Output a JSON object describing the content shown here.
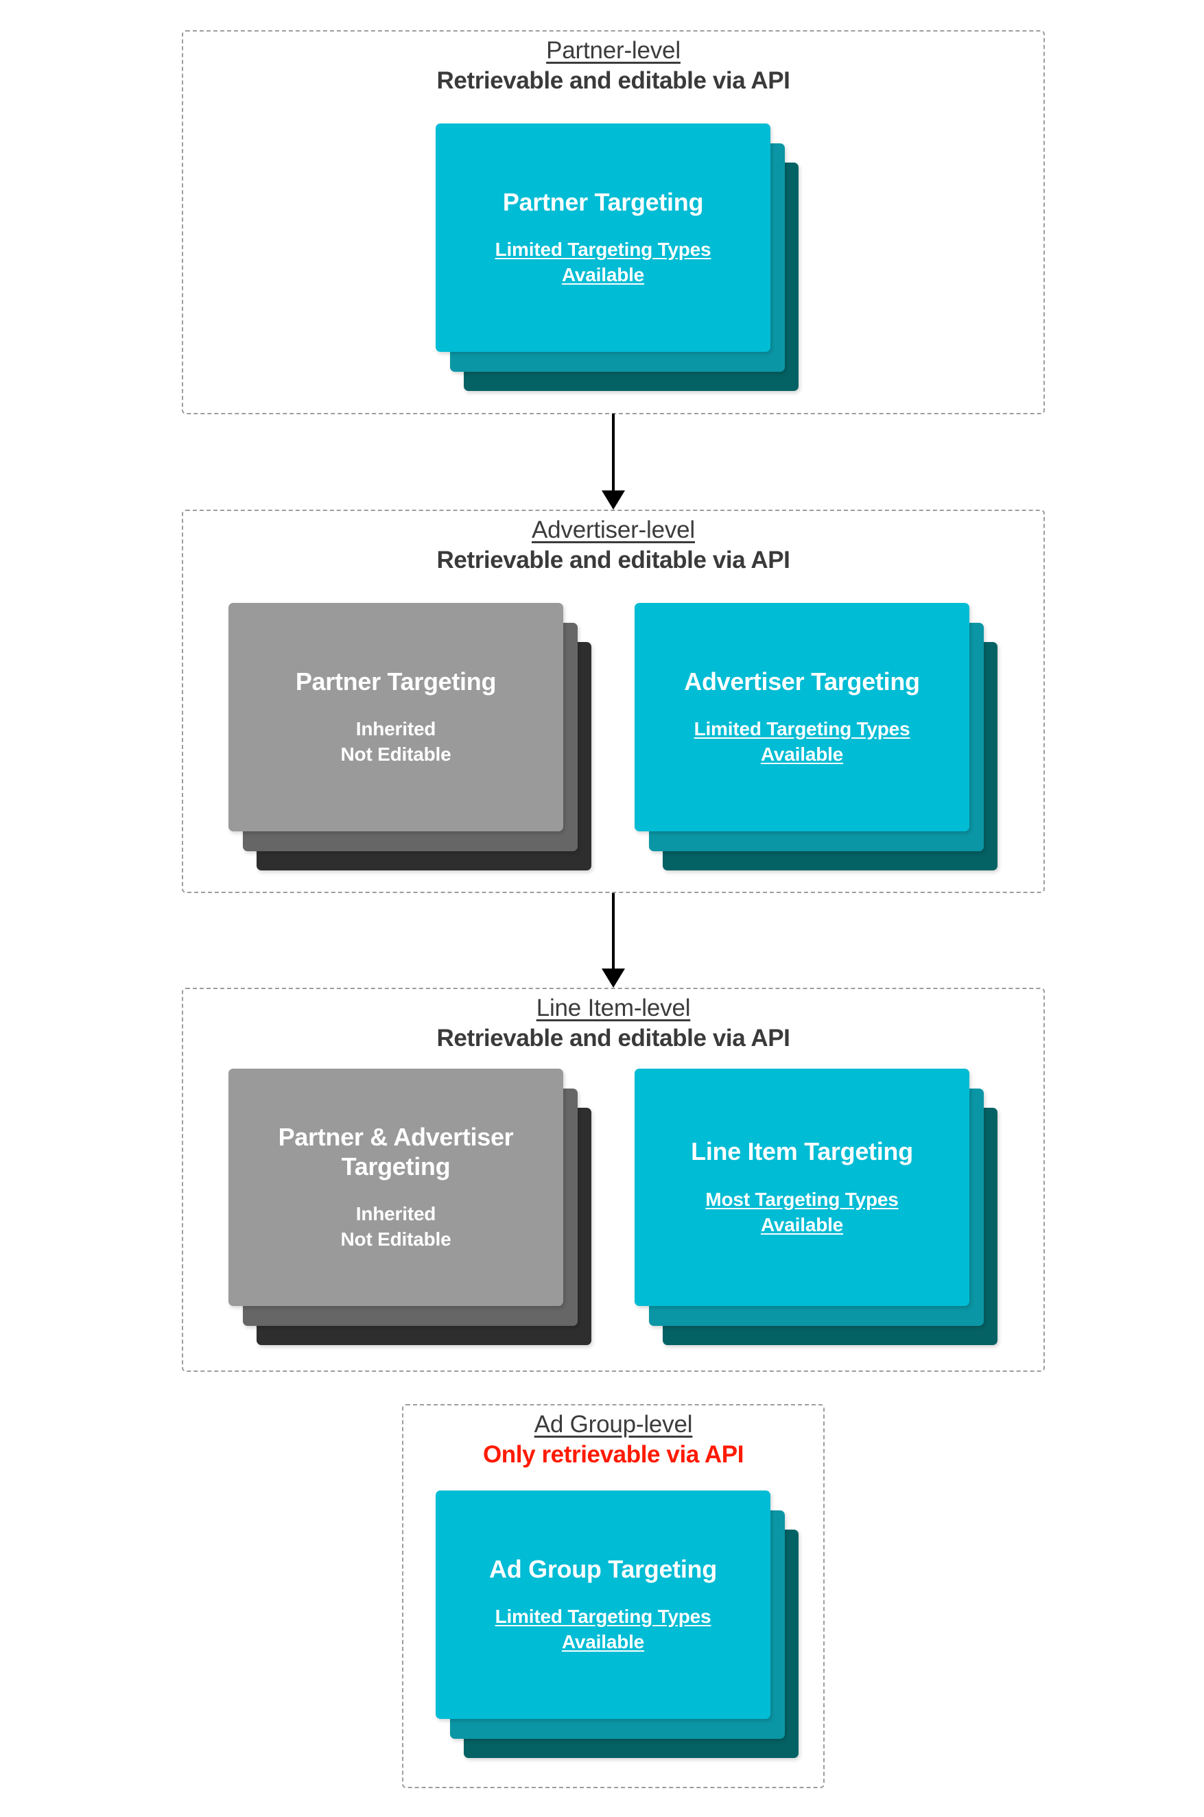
{
  "diagram": {
    "title_text_color": "#3c3c3c",
    "accent_cyan": "#00bcd4",
    "accent_cyan_mid": "#0b96a5",
    "accent_cyan_dark": "#046264",
    "gray_front": "#9a9a9a",
    "gray_mid": "#666666",
    "gray_dark": "#2e2e2e",
    "alert_red": "#ff1a00",
    "dash_border": "#9d9d9d"
  },
  "levels": [
    {
      "id": "partner-level",
      "title": "Partner-level",
      "subtitle": "Retrievable and editable via API",
      "subtitle_state": "editable",
      "cards": [
        {
          "id": "partner-targeting",
          "variant": "cyan",
          "title": "Partner Targeting",
          "note_line1": "Limited Targeting Types",
          "note_line2": "Available"
        }
      ]
    },
    {
      "id": "advertiser-level",
      "title": "Advertiser-level",
      "subtitle": "Retrievable and editable via API",
      "subtitle_state": "editable",
      "cards": [
        {
          "id": "partner-targeting-inherited",
          "variant": "gray",
          "title": "Partner Targeting",
          "note_line1": "Inherited",
          "note_line2": "Not Editable"
        },
        {
          "id": "advertiser-targeting",
          "variant": "cyan",
          "title": "Advertiser Targeting",
          "note_line1": "Limited Targeting Types",
          "note_line2": "Available"
        }
      ]
    },
    {
      "id": "line-item-level",
      "title": "Line Item-level",
      "subtitle": "Retrievable and editable via API",
      "subtitle_state": "editable",
      "cards": [
        {
          "id": "partner-advertiser-targeting-inherited",
          "variant": "gray",
          "title": "Partner & Advertiser Targeting",
          "note_line1": "Inherited",
          "note_line2": "Not Editable"
        },
        {
          "id": "line-item-targeting",
          "variant": "cyan",
          "title": "Line Item Targeting",
          "note_line1": "Most Targeting Types",
          "note_line2": "Available"
        }
      ]
    },
    {
      "id": "ad-group-level",
      "title": "Ad Group-level",
      "subtitle": "Only retrievable via API",
      "subtitle_state": "read-only",
      "cards": [
        {
          "id": "ad-group-targeting",
          "variant": "cyan",
          "title": "Ad Group Targeting",
          "note_line1": "Limited Targeting Types",
          "note_line2": "Available"
        }
      ]
    }
  ],
  "connectors": [
    {
      "id": "arrow-partner-to-advertiser",
      "from": "partner-level",
      "to": "advertiser-level"
    },
    {
      "id": "arrow-advertiser-to-line-item",
      "from": "advertiser-level",
      "to": "line-item-level"
    }
  ]
}
